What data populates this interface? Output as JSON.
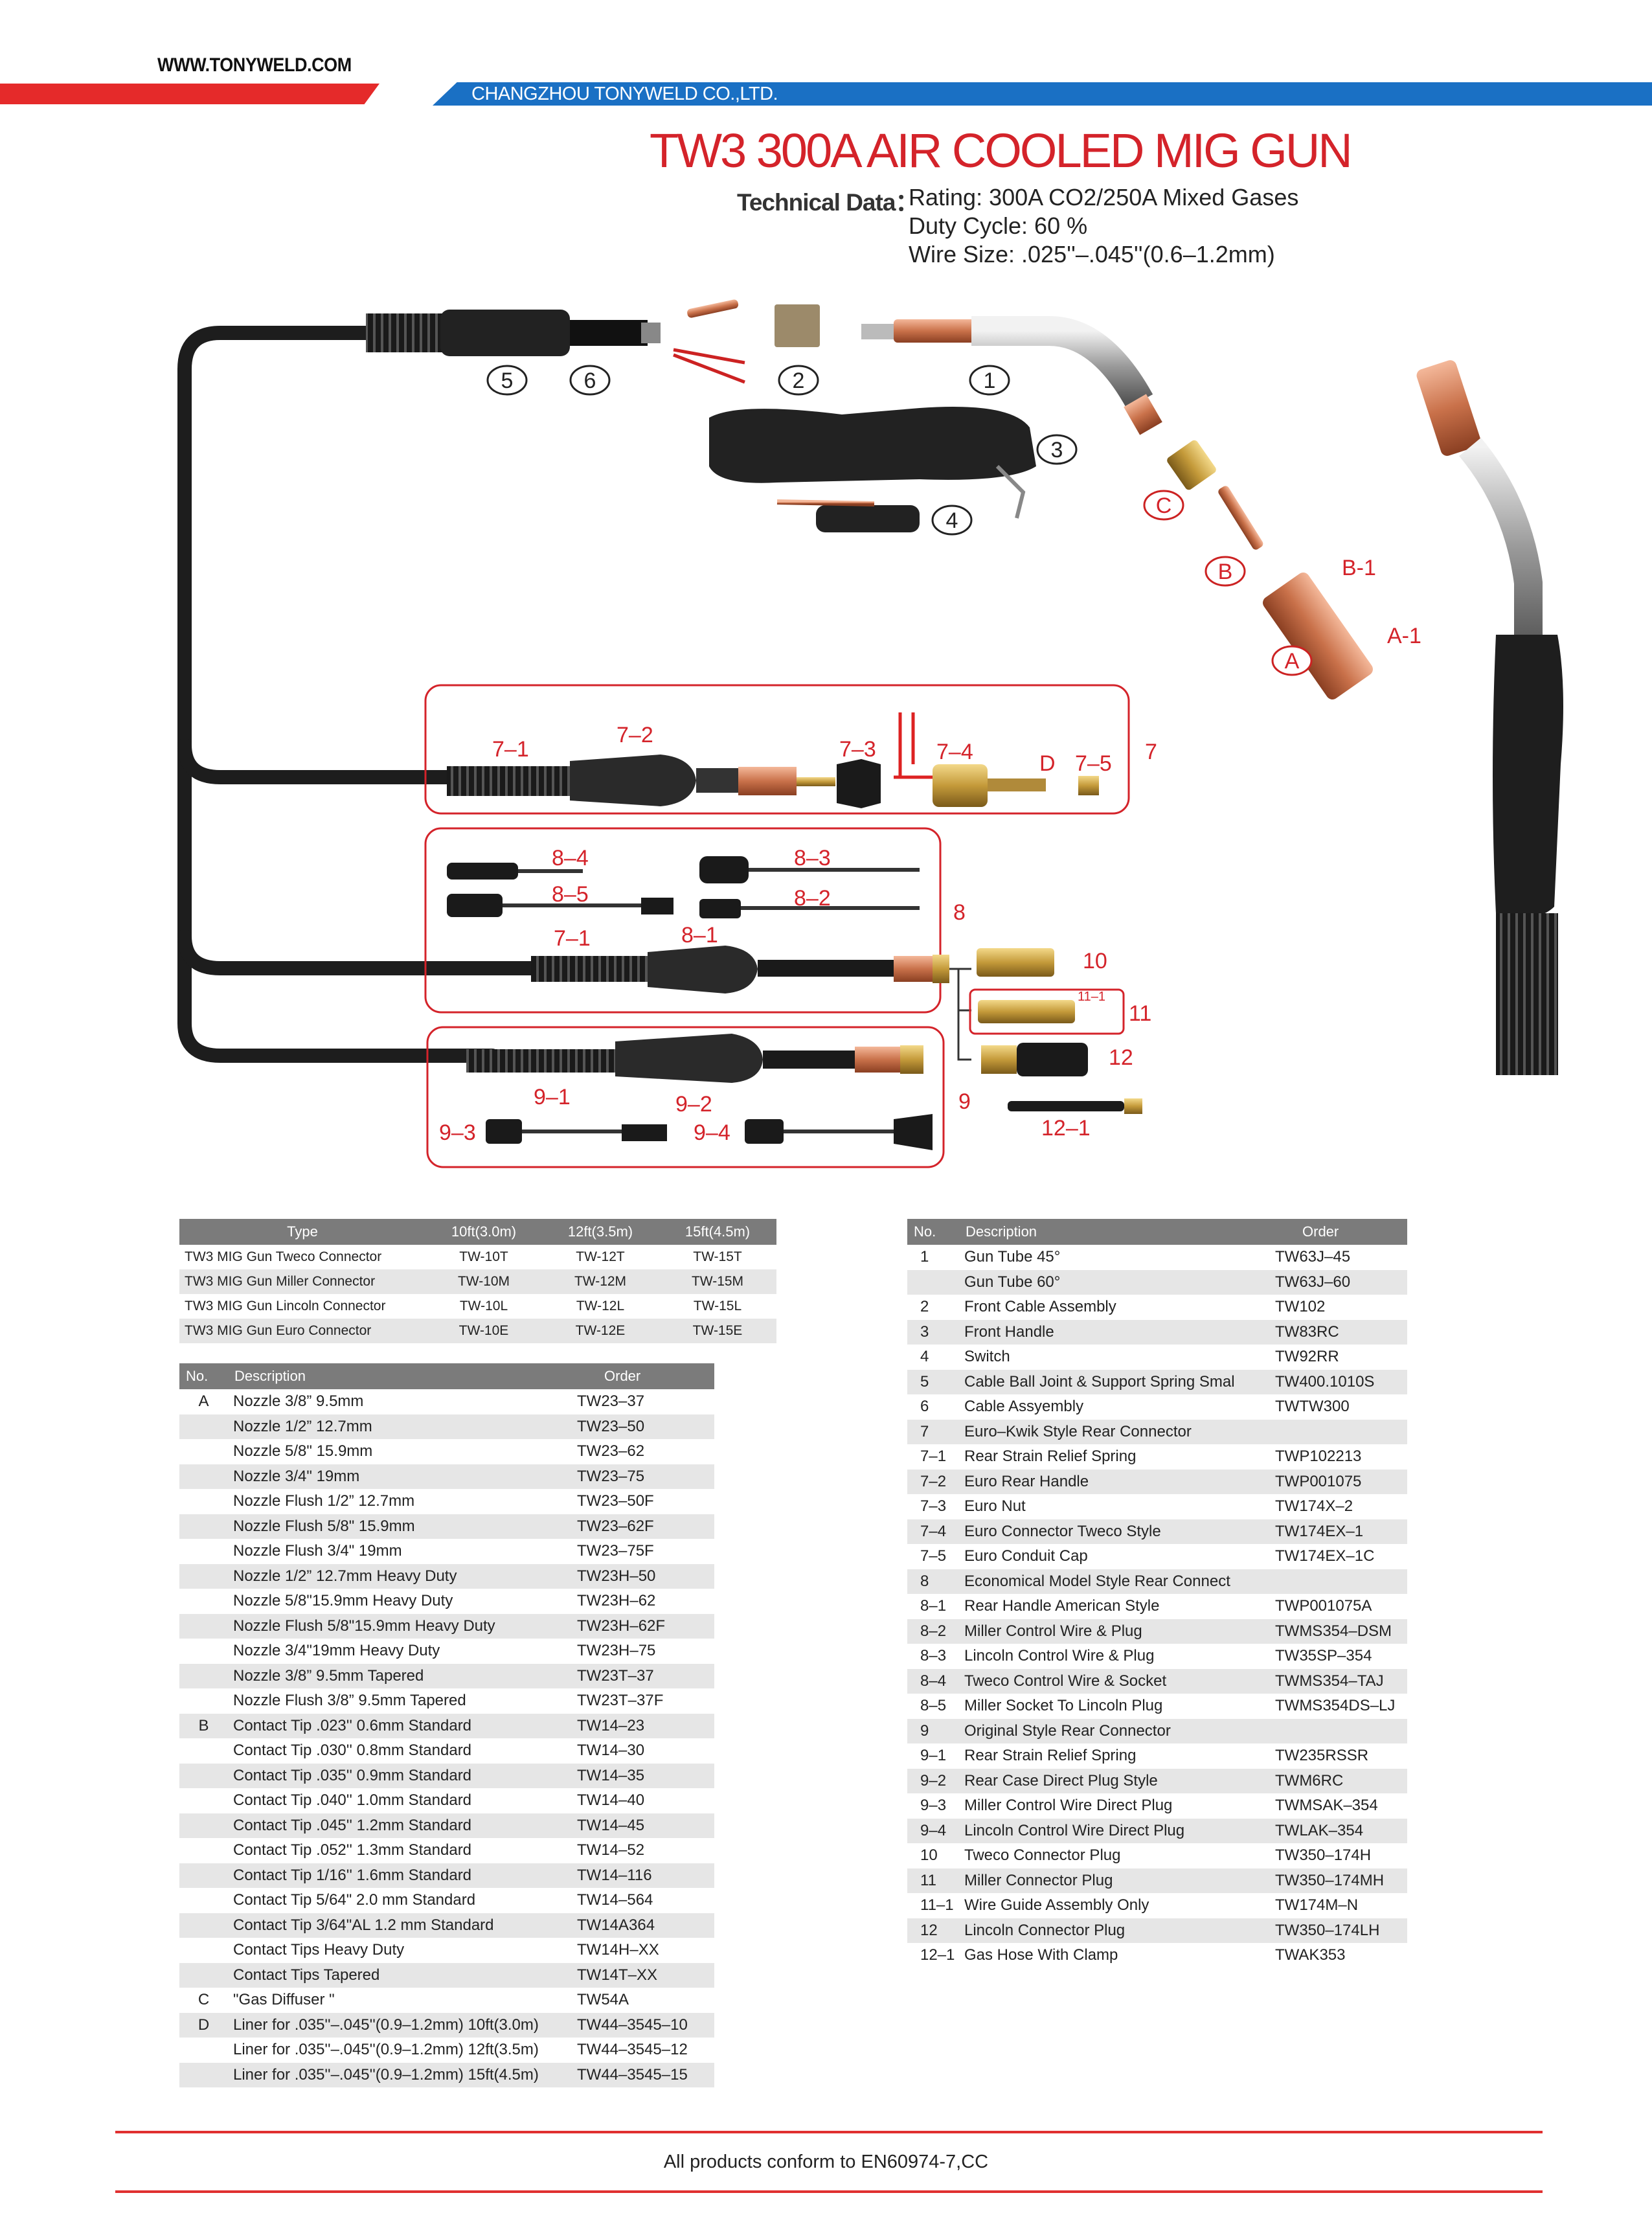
{
  "header": {
    "website": "WWW.TONYWELD.COM",
    "company": "CHANGZHOU TONYWELD CO.,LTD.",
    "title": "TW3 300A  AIR COOLED MIG GUN",
    "tech_label": "Technical Data：",
    "tech_lines": [
      "Rating: 300A CO2/250A Mixed Gases",
      "Duty Cycle: 60 %",
      "Wire Size: .025''–.045''(0.6–1.2mm)"
    ]
  },
  "diagram": {
    "callouts": [
      "1",
      "2",
      "3",
      "4",
      "5",
      "6"
    ],
    "lettered": [
      "A",
      "B",
      "C"
    ],
    "labels": {
      "b1": "B-1",
      "a1": "A-1",
      "g7": "7",
      "s71": "7–1",
      "s72": "7–2",
      "s73": "7–3",
      "s74": "7–4",
      "sd": "D",
      "s75": "7–5",
      "g8": "8",
      "s84": "8–4",
      "s85": "8–5",
      "s83": "8–3",
      "s82": "8–2",
      "s71b": "7–1",
      "s81": "8–1",
      "g10": "10",
      "g11": "11",
      "s111": "11–1",
      "g12": "12",
      "s121": "12–1",
      "g9": "9",
      "s91": "9–1",
      "s92": "9–2",
      "s93": "9–3",
      "s94": "9–4"
    }
  },
  "type_table": {
    "headers": [
      "Type",
      "10ft(3.0m)",
      "12ft(3.5m)",
      "15ft(4.5m)"
    ],
    "rows": [
      [
        "TW3 MIG Gun Tweco Connector",
        "TW-10T",
        "TW-12T",
        "TW-15T"
      ],
      [
        "TW3 MIG Gun Miller Connector",
        "TW-10M",
        "TW-12M",
        "TW-15M"
      ],
      [
        "TW3 MIG Gun Lincoln Connector",
        "TW-10L",
        "TW-12L",
        "TW-15L"
      ],
      [
        "TW3 MIG Gun Euro Connector",
        "TW-10E",
        "TW-12E",
        "TW-15E"
      ]
    ]
  },
  "left_table": {
    "headers": [
      "No.",
      "Description",
      "Order"
    ],
    "rows": [
      [
        "A",
        "Nozzle 3/8”   9.5mm",
        "TW23–37"
      ],
      [
        "",
        "Nozzle 1/2”   12.7mm",
        "TW23–50"
      ],
      [
        "",
        "Nozzle 5/8\" 15.9mm",
        "TW23–62"
      ],
      [
        "",
        "Nozzle 3/4\" 19mm",
        "TW23–75"
      ],
      [
        "",
        "Nozzle Flush 1/2”  12.7mm",
        "TW23–50F"
      ],
      [
        "",
        "Nozzle Flush 5/8\" 15.9mm",
        "TW23–62F"
      ],
      [
        "",
        "Nozzle Flush 3/4\" 19mm",
        "TW23–75F"
      ],
      [
        "",
        "Nozzle 1/2”  12.7mm Heavy Duty",
        "TW23H–50"
      ],
      [
        "",
        "Nozzle 5/8\"15.9mm Heavy Duty",
        "TW23H–62"
      ],
      [
        "",
        "Nozzle Flush 5/8\"15.9mm Heavy Duty",
        "TW23H–62F"
      ],
      [
        "",
        "Nozzle 3/4\"19mm Heavy Duty",
        "TW23H–75"
      ],
      [
        "",
        "Nozzle 3/8”   9.5mm Tapered",
        "TW23T–37"
      ],
      [
        "",
        "Nozzle Flush 3/8”   9.5mm Tapered",
        "TW23T–37F"
      ],
      [
        "B",
        "Contact Tip .023'' 0.6mm Standard",
        "TW14–23"
      ],
      [
        "",
        "Contact Tip .030'' 0.8mm Standard",
        "TW14–30"
      ],
      [
        "",
        "Contact Tip .035'' 0.9mm Standard",
        "TW14–35"
      ],
      [
        "",
        "Contact Tip .040'' 1.0mm Standard",
        "TW14–40"
      ],
      [
        "",
        "Contact Tip .045'' 1.2mm Standard",
        "TW14–45"
      ],
      [
        "",
        "Contact Tip .052'' 1.3mm Standard",
        "TW14–52"
      ],
      [
        "",
        "Contact Tip 1/16'' 1.6mm Standard",
        "TW14–116"
      ],
      [
        "",
        "Contact Tip 5/64\" 2.0 mm Standard",
        "TW14–564"
      ],
      [
        "",
        "Contact Tip 3/64\"AL 1.2 mm Standard",
        "TW14A364"
      ],
      [
        "",
        "Contact Tips Heavy Duty",
        "TW14H–XX"
      ],
      [
        "",
        "Contact Tips Tapered",
        "TW14T–XX"
      ],
      [
        "C",
        "\"Gas Diffuser \"",
        "TW54A"
      ],
      [
        "D",
        "Liner for .035''–.045''(0.9–1.2mm) 10ft(3.0m)",
        "TW44–3545–10"
      ],
      [
        "",
        "Liner for .035''–.045''(0.9–1.2mm) 12ft(3.5m)",
        "TW44–3545–12"
      ],
      [
        "",
        "Liner for .035''–.045''(0.9–1.2mm) 15ft(4.5m)",
        "TW44–3545–15"
      ]
    ]
  },
  "right_table": {
    "headers": [
      "No.",
      "Description",
      "Order"
    ],
    "rows": [
      [
        "1",
        "Gun Tube 45°",
        "TW63J–45"
      ],
      [
        "",
        "Gun Tube 60°",
        "TW63J–60"
      ],
      [
        "2",
        "Front Cable Assembly",
        "TW102"
      ],
      [
        "3",
        "Front Handle",
        "TW83RC"
      ],
      [
        "4",
        "Switch",
        "TW92RR"
      ],
      [
        "5",
        "Cable Ball Joint & Support Spring Smal",
        "TW400.1010S"
      ],
      [
        "6",
        "Cable Assyembly",
        "TWTW300"
      ],
      [
        "7",
        "Euro–Kwik Style Rear Connector",
        ""
      ],
      [
        "7–1",
        "Rear Strain Relief Spring",
        "TWP102213"
      ],
      [
        "7–2",
        "Euro Rear Handle",
        "TWP001075"
      ],
      [
        "7–3",
        "Euro Nut",
        "TW174X–2"
      ],
      [
        "7–4",
        "Euro Connector Tweco Style",
        "TW174EX–1"
      ],
      [
        "7–5",
        "Euro Conduit Cap",
        "TW174EX–1C"
      ],
      [
        "8",
        "Economical Model Style Rear Connect",
        ""
      ],
      [
        "8–1",
        "Rear Handle American Style",
        "TWP001075A"
      ],
      [
        "8–2",
        "Miller Control Wire & Plug",
        "TWMS354–DSM"
      ],
      [
        "8–3",
        "Lincoln Control Wire & Plug",
        "TW35SP–354"
      ],
      [
        "8–4",
        "Tweco Control Wire & Socket",
        "TWMS354–TAJ"
      ],
      [
        "8–5",
        "Miller Socket To Lincoln Plug",
        "TWMS354DS–LJ"
      ],
      [
        "9",
        "Original  Style Rear Connector",
        ""
      ],
      [
        "9–1",
        "Rear Strain Relief Spring",
        "TW235RSSR"
      ],
      [
        "9–2",
        "Rear Case Direct Plug Style",
        "TWM6RC"
      ],
      [
        "9–3",
        "Miller Control Wire Direct Plug",
        "TWMSAK–354"
      ],
      [
        "9–4",
        "Lincoln Control Wire Direct Plug",
        "TWLAK–354"
      ],
      [
        "10",
        "Tweco Connector Plug",
        "TW350–174H"
      ],
      [
        "11",
        "Miller Connector Plug",
        "TW350–174MH"
      ],
      [
        "11–1",
        "Wire Guide Assembly Only",
        "TW174M–N"
      ],
      [
        "12",
        "Lincoln Connector Plug",
        "TW350–174LH"
      ],
      [
        "12–1",
        "Gas Hose With Clamp",
        "TWAK353"
      ]
    ]
  },
  "footer": {
    "text": "All products conform to EN60974-7,CC"
  },
  "colors": {
    "brand_red": "#d4232a",
    "brand_blue": "#1a70c4",
    "table_header": "#7b7b7b",
    "row_alt": "#e6e6e6"
  }
}
